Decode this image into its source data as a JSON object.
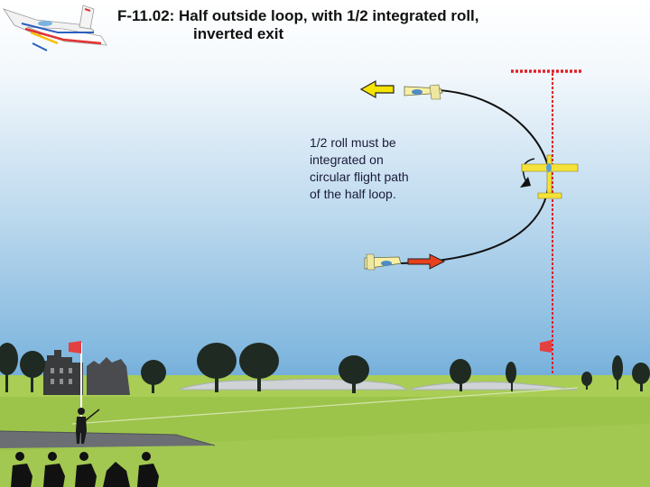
{
  "title": {
    "line1": "F-11.02: Half outside loop, with 1/2 integrated roll,",
    "line2": "inverted exit"
  },
  "note": {
    "lines": [
      "1/2 roll must be",
      "integrated on",
      "circular flight path",
      "of the half loop."
    ]
  },
  "colors": {
    "entry_arrow": "#e8401c",
    "exit_arrow": "#f5e400",
    "aerobatic_box_marker": "#e0202a",
    "flight_path": "#111111",
    "grass": "#9cc44a",
    "sky": "#8fc0e4"
  }
}
